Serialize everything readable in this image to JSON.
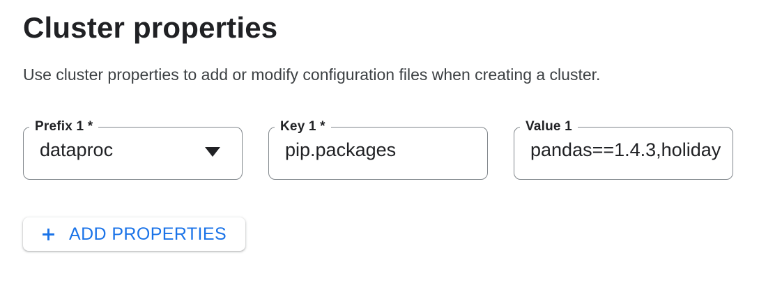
{
  "header": {
    "title": "Cluster properties",
    "description": "Use cluster properties to add or modify configuration files when creating a cluster."
  },
  "fields": [
    {
      "type": "select",
      "label": "Prefix 1 *",
      "value": "dataproc",
      "icon": "dropdown-arrow"
    },
    {
      "type": "text",
      "label": "Key 1 *",
      "value": "pip.packages"
    },
    {
      "type": "text",
      "label": "Value 1",
      "value": "pandas==1.4.3,holiday"
    }
  ],
  "actions": {
    "add_properties": {
      "label": "ADD PROPERTIES",
      "icon": "plus"
    }
  },
  "colors": {
    "accent": "#1a73e8",
    "text_primary": "#202124",
    "text_secondary": "#3c4043",
    "field_border": "#80868b",
    "button_bg": "#ffffff",
    "page_bg": "#ffffff"
  }
}
